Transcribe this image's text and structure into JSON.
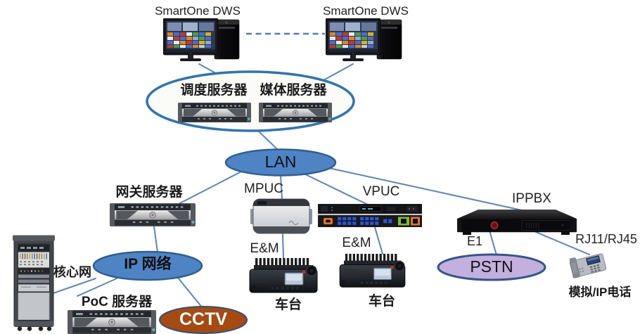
{
  "nodes": {
    "workstation_left": "SmartOne DWS",
    "workstation_right": "SmartOne DWS",
    "dispatch_server": "调度服务器",
    "media_server": "媒体服务器",
    "lan": "LAN",
    "gateway_server": "网关服务器",
    "mpuc": "MPUC",
    "vpuc": "VPUC",
    "ippbx": "IPPBX",
    "core_network": "核心网",
    "ip_network": "IP 网络",
    "poc_server": "PoC 服务器",
    "cctv": "CCTV",
    "pstn": "PSTN",
    "mobile_radio_left": "车台",
    "mobile_radio_right": "车台",
    "analog_ip_phone": "模拟/IP电话"
  },
  "edge_labels": {
    "em_left": "E&M",
    "em_right": "E&M",
    "e1": "E1",
    "rj": "RJ11/RJ45"
  },
  "colors": {
    "link_line": "#5B84C4",
    "network_ellipse_fill": "#4E84C4",
    "network_ellipse_border": "#2E5F94",
    "cluster_ellipse_border": "#2E75B6",
    "cluster_ellipse_fill": "#FBFBF8",
    "cctv_fill": "#A54A10",
    "pstn_fill": "#C3B0DE",
    "pstn_border": "#33568C",
    "label_text": "#1A1A1A"
  }
}
